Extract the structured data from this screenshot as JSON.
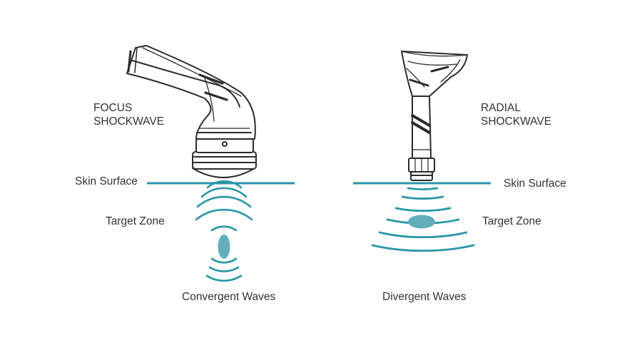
{
  "left_panel": {
    "title": "FOCUS\nSHOCKWAVE",
    "skin_label": "Skin Surface",
    "target_label": "Target Zone",
    "wave_label": "Convergent Waves"
  },
  "right_panel": {
    "title": "RADIAL\nSHOCKWAVE",
    "skin_label": "Skin Surface",
    "target_label": "Target Zone",
    "wave_label": "Divergent Waves"
  },
  "colors": {
    "accent": "#2a96a7",
    "target_fill": "#62aebd",
    "line_art": "#2b2b2b",
    "text": "#333333"
  },
  "icons": {
    "left_device": "focus-shockwave-handpiece-icon",
    "right_device": "radial-shockwave-handpiece-icon"
  }
}
